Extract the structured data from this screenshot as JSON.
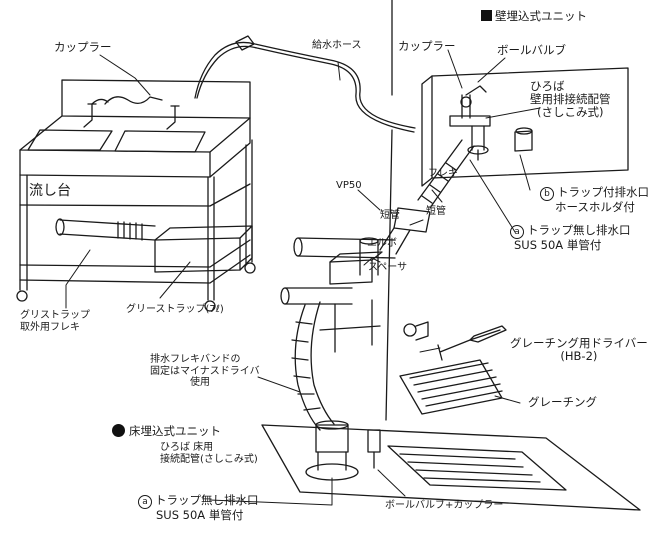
{
  "labels": {
    "wall_unit_title": "壁埋込式ユニット",
    "coupler_left": "カップラー",
    "supply_hose": "給水ホース",
    "coupler_right": "カップラー",
    "ball_valve": "ボールバルブ",
    "wall_pipe_line1": "ひろば",
    "wall_pipe_line2": "壁用排接続配管",
    "wall_pipe_line3": "(さしこみ式)",
    "sink": "流し台",
    "vp50": "VP50",
    "flexible": "フレキ",
    "short_pipe_1": "短管",
    "short_pipe_2": "短管",
    "elbow": "エルボ",
    "trap_drain_b_mark": "b",
    "trap_drain_b_line1": "トラップ付排水口",
    "trap_drain_b_line2": "ホースホルダ付",
    "trap_drain_a_mark": "a",
    "trap_drain_a_line1": "トラップ無し排水口",
    "trap_drain_a_line2": "SUS 50A 単管付",
    "spacer": "スペーサ",
    "grease_trap_flex_line1": "グリストラップ",
    "grease_trap_flex_line2": "取外用フレキ",
    "grease_trap": "グリーストラップ(7ℓ)",
    "grating_driver_line1": "グレーチング用ドライバー",
    "grating_driver_line2": "(HB-2)",
    "band_fix_line1": "排水フレキバンドの",
    "band_fix_line2": "固定はマイナスドライバ",
    "band_fix_line3": "使用",
    "grating": "グレーチング",
    "floor_unit_title": "床埋込式ユニット",
    "floor_pipe_line1": "ひろば 床用",
    "floor_pipe_line2": "接続配管(さしこみ式)",
    "floor_drain_mark": "a",
    "floor_drain_line1": "トラップ無し排水口",
    "floor_drain_line2": "SUS 50A 単管付",
    "ball_valve_coupler": "ボールバルブ+カップラー"
  },
  "icons": {
    "wall_bullet": "black-square-bullet",
    "floor_bullet": "black-circle-bullet"
  },
  "colors": {
    "ink": "#1a1a1a",
    "background": "#ffffff"
  }
}
